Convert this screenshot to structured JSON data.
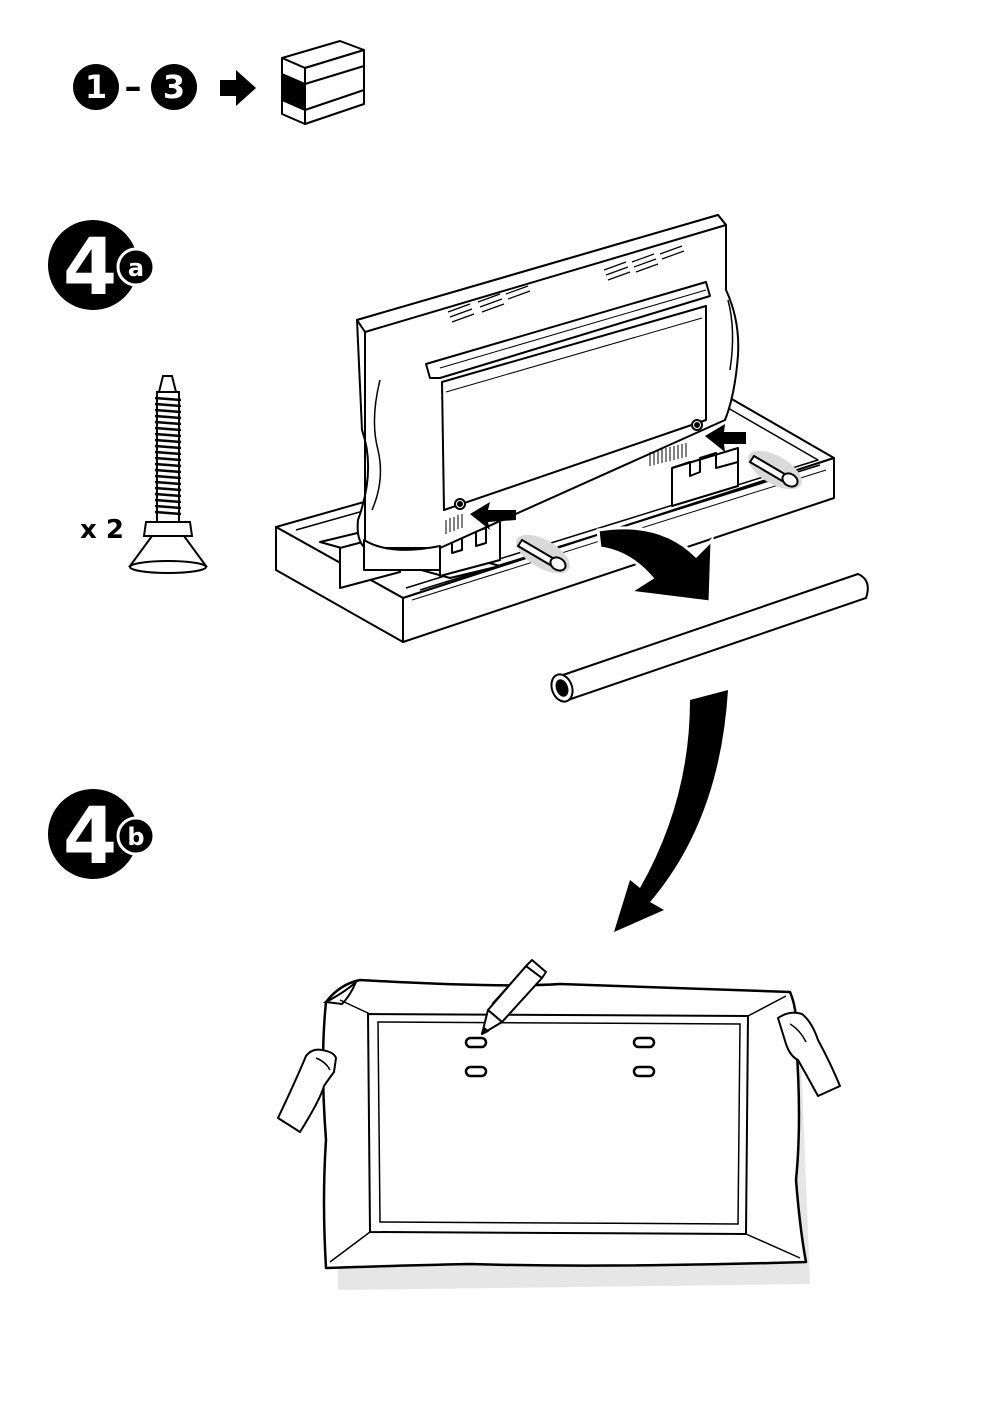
{
  "header": {
    "step_from": "1",
    "dash": "–",
    "step_to": "3"
  },
  "step4a": {
    "number": "4",
    "sub": "a",
    "bolt_quantity": "x 2"
  },
  "step4b": {
    "number": "4",
    "sub": "b"
  },
  "colors": {
    "ink": "#000000",
    "paper": "#ffffff",
    "shadow": "#e6e6e6",
    "bolt_highlight": "#d9d9d9"
  }
}
